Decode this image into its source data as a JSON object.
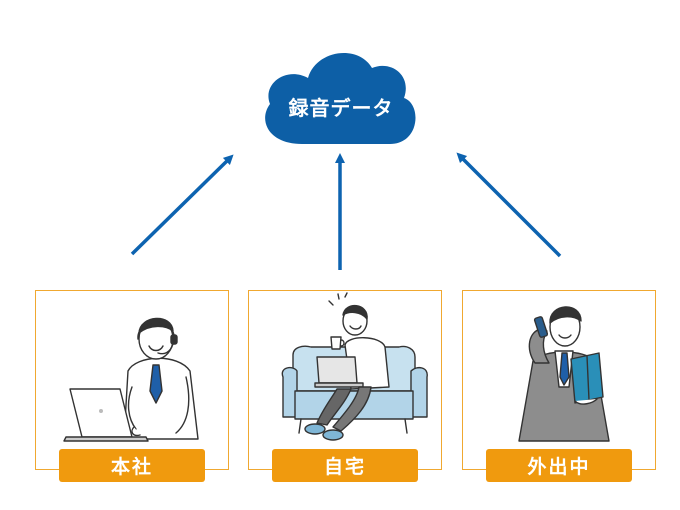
{
  "cloud": {
    "label": "録音データ",
    "color": "#0d5fa6"
  },
  "arrow_color": "#0d63b0",
  "locations": [
    {
      "label": "本社",
      "illustration": "office-worker-headset-laptop-icon"
    },
    {
      "label": "自宅",
      "illustration": "home-worker-sofa-laptop-icon"
    },
    {
      "label": "外出中",
      "illustration": "businessman-phone-notebook-icon"
    }
  ],
  "accent_color": "#f09a0e"
}
